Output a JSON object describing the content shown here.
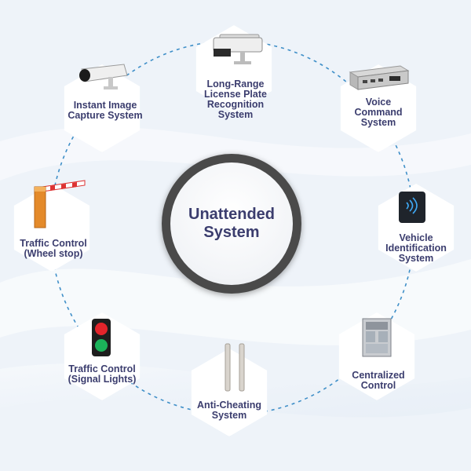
{
  "center": {
    "line1": "Unattended",
    "line2": "System"
  },
  "nodes": [
    {
      "label_lines": [
        "Long-Range",
        "License Plate",
        "Recognition",
        "System"
      ],
      "icon": "surveillance-camera-icon"
    },
    {
      "label_lines": [
        "Voice",
        "Command",
        "System"
      ],
      "icon": "voice-unit-icon"
    },
    {
      "label_lines": [
        "Vehicle",
        "Identification",
        "System"
      ],
      "icon": "card-reader-icon"
    },
    {
      "label_lines": [
        "Centralized",
        "Control"
      ],
      "icon": "control-cabinet-icon"
    },
    {
      "label_lines": [
        "Anti-Cheating",
        "System"
      ],
      "icon": "light-curtain-icon"
    },
    {
      "label_lines": [
        "Traffic Control",
        "(Signal Lights)"
      ],
      "icon": "traffic-light-icon"
    },
    {
      "label_lines": [
        "Traffic Control",
        "(Wheel stop)"
      ],
      "icon": "barrier-gate-icon"
    },
    {
      "label_lines": [
        "Instant Image",
        "Capture System"
      ],
      "icon": "bullet-camera-icon"
    }
  ],
  "colors": {
    "label": "#3b3d6e",
    "connector": "#3f8fc8",
    "center_ring": "#4a4a4a"
  }
}
